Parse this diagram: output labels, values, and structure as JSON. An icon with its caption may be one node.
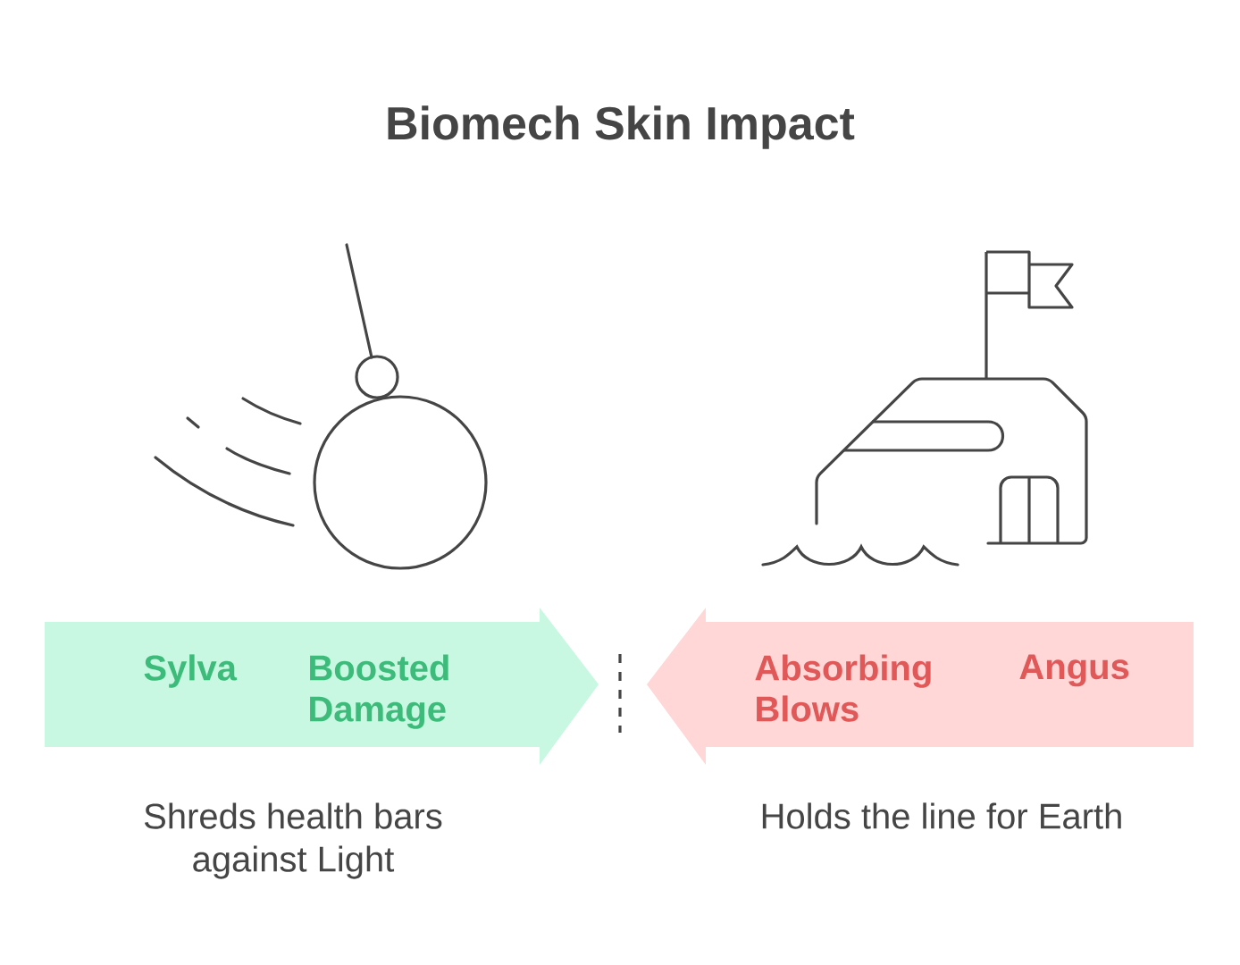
{
  "diagram": {
    "title": "Biomech Skin Impact",
    "nodes": [
      {
        "text": [
          "Sylva",
          "Boosted Damage"
        ]
      },
      {
        "text": [
          "Absorbing Blows",
          "Angus"
        ]
      }
    ],
    "labels": [
      "Shreds health bars against Light",
      "Holds the line for Earth"
    ]
  }
}
